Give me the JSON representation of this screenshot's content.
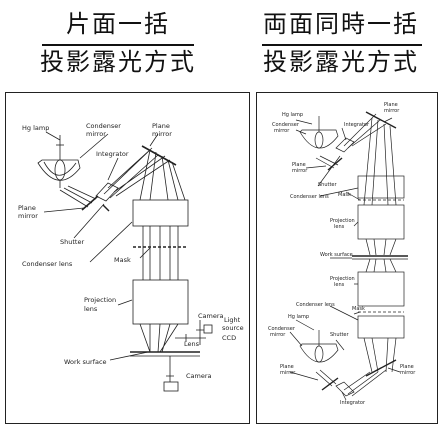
{
  "headings": {
    "left_line1": "片面一括",
    "left_line2": "投影露光方式",
    "right_line1": "両面同時一括",
    "right_line2": "投影露光方式"
  },
  "left_labels": {
    "hg_lamp": "Hg lamp",
    "condenser_mirror_1": "Condenser",
    "condenser_mirror_2": "mirror",
    "plane_mirror_top_1": "Plane",
    "plane_mirror_top_2": "mirror",
    "integrator": "Integrator",
    "plane_mirror_left_1": "Plane",
    "plane_mirror_left_2": "mirror",
    "shutter": "Shutter",
    "condenser_lens": "Condenser lens",
    "mask": "Mask",
    "projection_lens_1": "Projection",
    "projection_lens_2": "lens",
    "camera_top": "Camera",
    "light_source_1": "Light",
    "light_source_2": "source",
    "lens": "Lens",
    "ccd": "CCD",
    "work_surface": "Work surface",
    "camera_bottom": "Camera"
  },
  "right_labels": {
    "hg_lamp_top": "Hg lamp",
    "condenser_mirror_top_1": "Condenser",
    "condenser_mirror_top_2": "mirror",
    "integrator_top": "Integrator",
    "plane_mirror_top_1": "Plane",
    "plane_mirror_top_2": "mirror",
    "plane_mirror_left_1": "Plane",
    "plane_mirror_left_2": "mirror",
    "shutter_top": "Shutter",
    "condenser_lens_top": "Condenser lens",
    "mask_top": "Mask",
    "projection_lens_top_1": "Projection",
    "projection_lens_top_2": "lens",
    "work_surface": "Work surface",
    "projection_lens_bottom_1": "Projection",
    "projection_lens_bottom_2": "lens",
    "condenser_lens_bottom": "Condenser lens",
    "mask_bottom": "Mask",
    "hg_lamp_bottom": "Hg lamp",
    "condenser_mirror_bottom_1": "Condenser",
    "condenser_mirror_bottom_2": "mirror",
    "shutter_bottom": "Shutter",
    "plane_mirror_bl_1": "Plane",
    "plane_mirror_bl_2": "mirror",
    "integrator_bottom": "Integrator",
    "plane_mirror_br_1": "Plane",
    "plane_mirror_br_2": "mirror"
  }
}
